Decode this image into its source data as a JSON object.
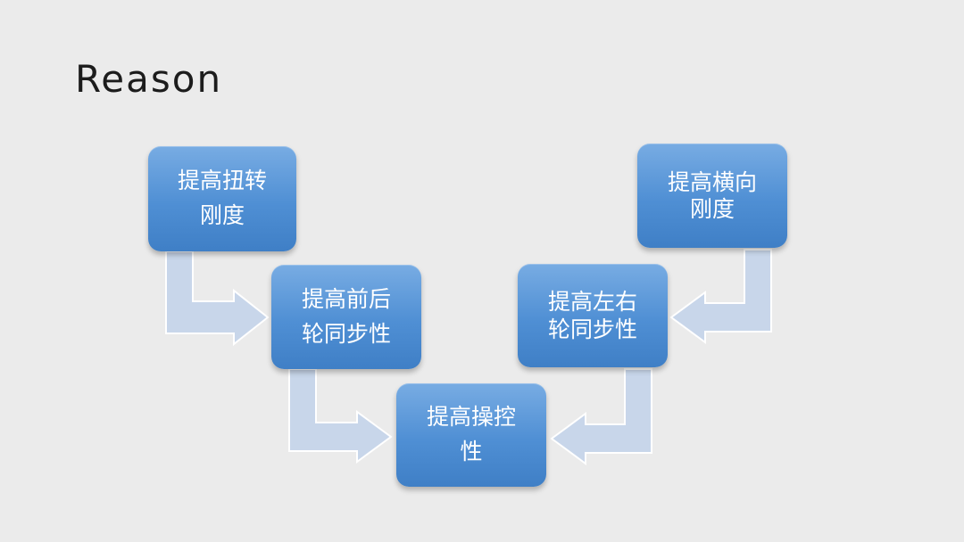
{
  "slide": {
    "title": "Reason"
  },
  "diagram": {
    "nodes": [
      {
        "id": "torsion",
        "label": "提高扭转\n刚度"
      },
      {
        "id": "front_rear",
        "label": "提高前后\n轮同步性"
      },
      {
        "id": "handling",
        "label": "提高操控\n性"
      },
      {
        "id": "left_right",
        "label": "提高左右\n轮同步性"
      },
      {
        "id": "lateral",
        "label": "提高横向\n刚度"
      }
    ],
    "edges": [
      {
        "from": "torsion",
        "to": "front_rear"
      },
      {
        "from": "front_rear",
        "to": "handling"
      },
      {
        "from": "lateral",
        "to": "left_right"
      },
      {
        "from": "left_right",
        "to": "handling"
      }
    ],
    "colors": {
      "node_fill": "#4f8fd4",
      "arrow_fill": "#c8d6ea",
      "background": "#ebebeb"
    }
  }
}
